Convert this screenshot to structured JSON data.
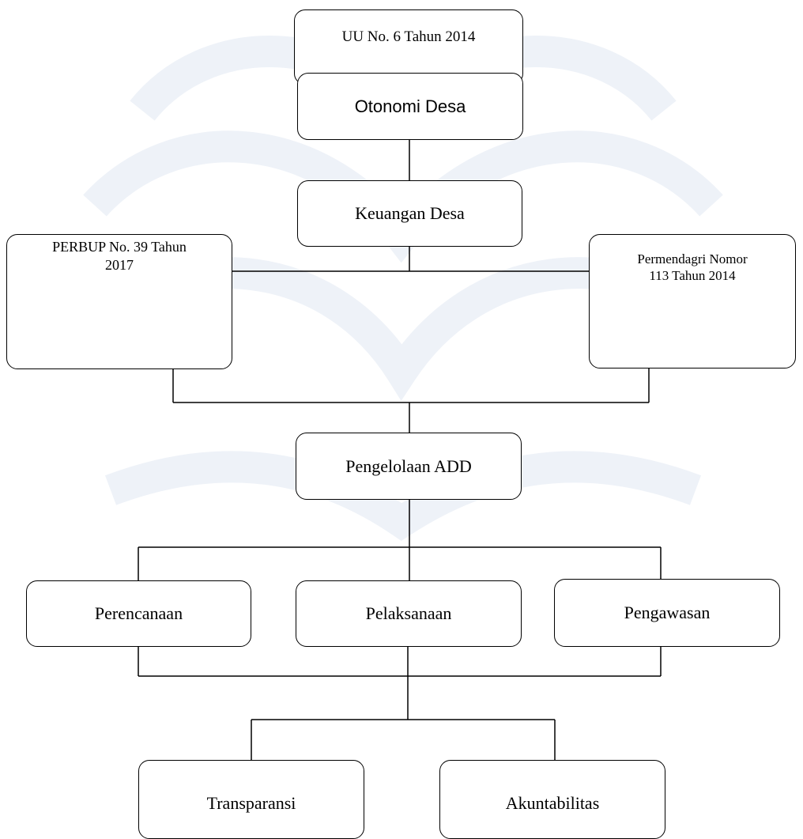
{
  "diagram": {
    "nodes": {
      "uu": "UU No. 6 Tahun 2014",
      "otonomi": "Otonomi Desa",
      "keuangan": "Keuangan Desa",
      "perbup": "PERBUP No. 39 Tahun\n2017",
      "permendagri": "Permendagri Nomor\n113 Tahun 2014",
      "pengelolaan": "Pengelolaan ADD",
      "perencanaan": "Perencanaan",
      "pelaksanaan": "Pelaksanaan",
      "pengawasan": "Pengawasan",
      "transparansi": "Transparansi",
      "akuntabilitas": "Akuntabilitas"
    }
  }
}
